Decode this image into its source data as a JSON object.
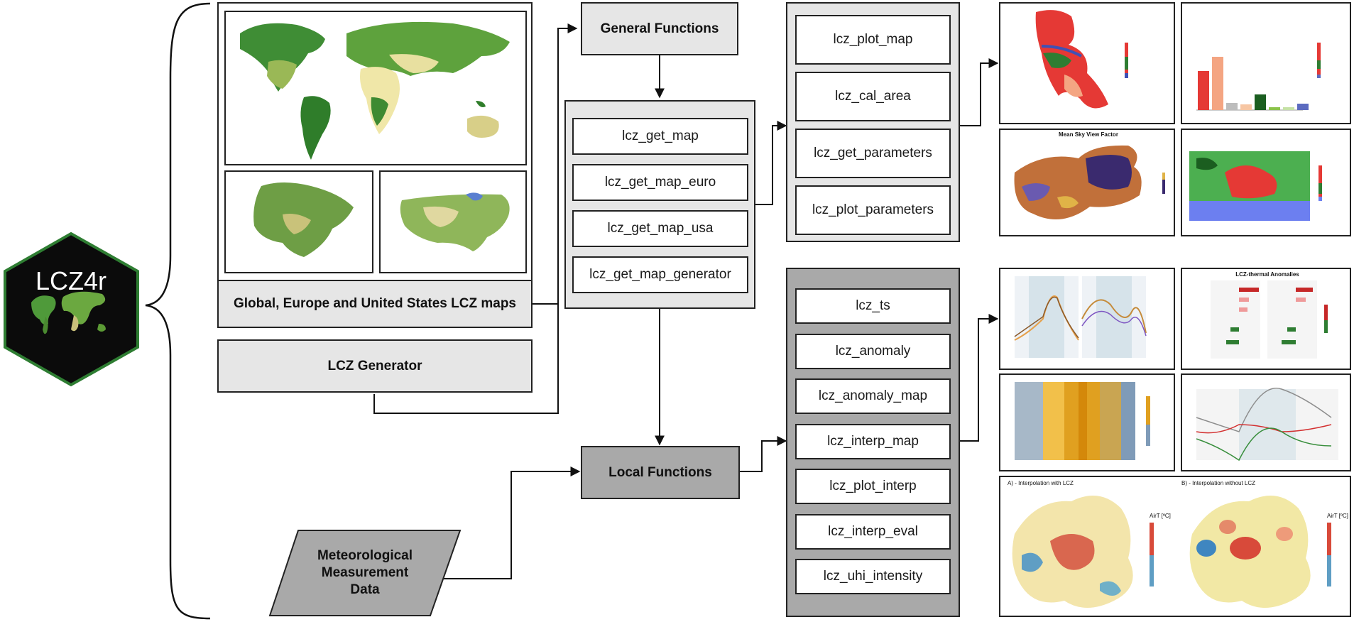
{
  "logo": {
    "text": "LCZ4r"
  },
  "map_group": {
    "label": "Global, Europe and United States LCZ maps"
  },
  "generator": {
    "label": "LCZ Generator"
  },
  "meteo": {
    "label_lines": [
      "Meteorological",
      "Measurement",
      "Data"
    ]
  },
  "general": {
    "label": "General Functions"
  },
  "local": {
    "label": "Local Functions"
  },
  "get_functions": [
    "lcz_get_map",
    "lcz_get_map_euro",
    "lcz_get_map_usa",
    "lcz_get_map_generator"
  ],
  "general_functions": [
    "lcz_plot_map",
    "lcz_cal_area",
    "lcz_get_parameters",
    "lcz_plot_parameters"
  ],
  "local_functions": [
    "lcz_ts",
    "lcz_anomaly",
    "lcz_anomaly_map",
    "lcz_interp_map",
    "lcz_plot_interp",
    "lcz_interp_eval",
    "lcz_uhi_intensity"
  ],
  "thumbnails": {
    "sky_view_title": "Mean Sky View Factor",
    "thermal_title": "LCZ-thermal Anomalies",
    "interp_a": "A) - Interpolation with LCZ",
    "interp_b": "B) - Interpolation without LCZ",
    "airt_label": "AirT [ºC]"
  },
  "colors": {
    "light_gray": "#e6e6e6",
    "dark_gray": "#a9a9a9",
    "logo_bg": "#0b0b0b",
    "logo_border": "#2e7d32"
  }
}
